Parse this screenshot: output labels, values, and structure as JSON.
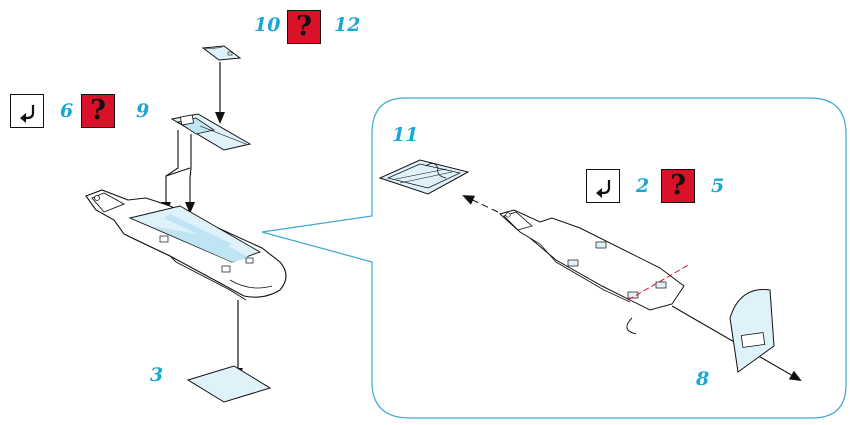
{
  "colors": {
    "accent": "#1aa7d6",
    "part_fill": "#dff2fa",
    "part_highlight": "#bfe4f4",
    "question_box": "#d9122a",
    "line": "#111111",
    "callout_frame": "#3aa9d3",
    "leader_dash": "#d9122a"
  },
  "icons": {
    "step_mark": "return-arrow-icon",
    "question_mark": "question-mark-icon"
  },
  "labels": {
    "step_10": "10",
    "step_12": "12",
    "step_6": "6",
    "step_9": "9",
    "step_3": "3",
    "step_11": "11",
    "step_2": "2",
    "step_5": "5",
    "step_8": "8",
    "question_glyph": "?"
  }
}
